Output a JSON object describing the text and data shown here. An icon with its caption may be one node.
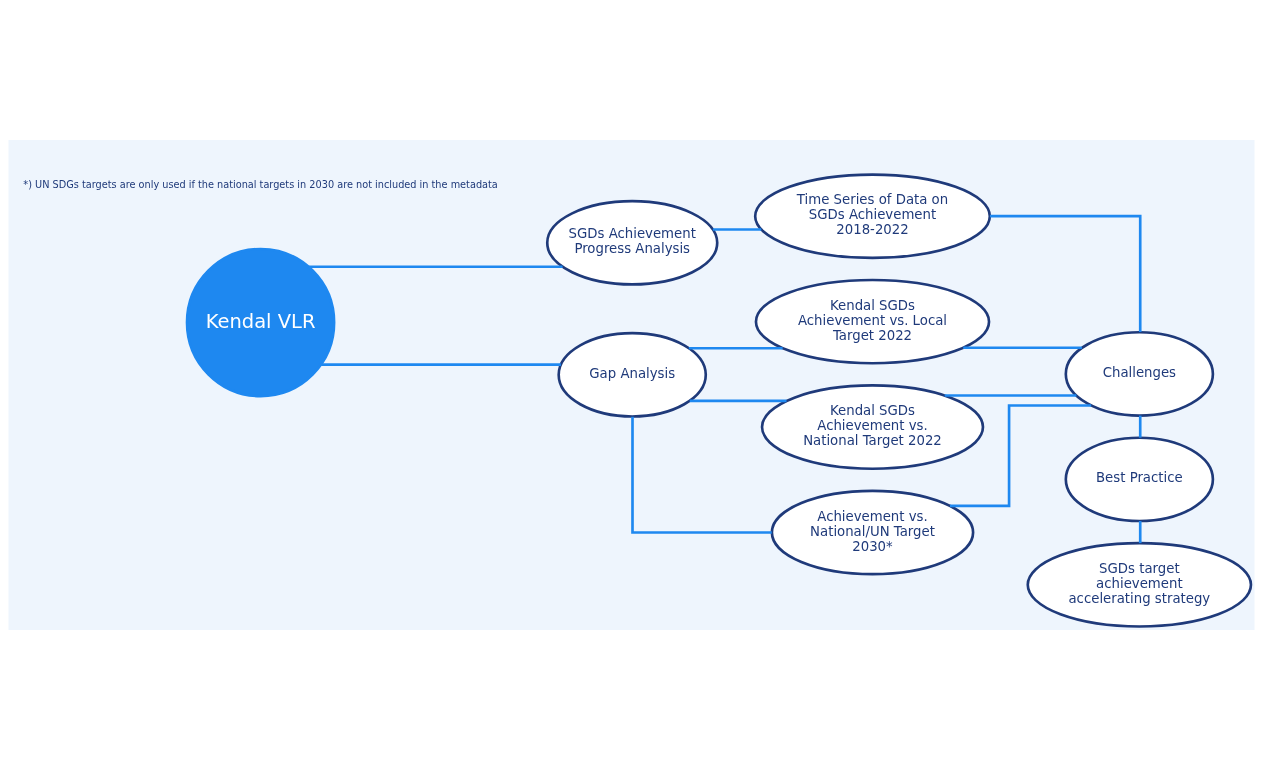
{
  "diagram": {
    "nodes": [
      {
        "text": [
          "Kendal VLR"
        ]
      },
      {
        "text": [
          "SGDs Achievement Progress Analysis"
        ]
      },
      {
        "text": [
          "Gap Analysis"
        ]
      },
      {
        "text": [
          "Time Series of Data on SGDs Achievement 2018-2022"
        ]
      },
      {
        "text": [
          "Kendal SGDs Achievement vs. Local Target 2022"
        ]
      },
      {
        "text": [
          "Kendal SGDs Achievement vs. National Target 2022"
        ]
      },
      {
        "text": [
          "Achievement vs. National/UN Target 2030*"
        ]
      },
      {
        "text": [
          "Challenges"
        ]
      },
      {
        "text": [
          "Best Practice"
        ]
      },
      {
        "text": [
          "SGDs target achievement accelerating strategy"
        ]
      }
    ],
    "edges": [
      {
        "from": 0,
        "to": 1,
        "arrow": "none"
      },
      {
        "from": 0,
        "to": 2,
        "arrow": "none"
      },
      {
        "from": 1,
        "to": 3,
        "arrow": "none"
      },
      {
        "from": 2,
        "to": 4,
        "arrow": "none"
      },
      {
        "from": 2,
        "to": 5,
        "arrow": "none"
      },
      {
        "from": 2,
        "to": 6,
        "arrow": "none"
      },
      {
        "from": 3,
        "to": 7,
        "arrow": "none"
      },
      {
        "from": 4,
        "to": 7,
        "arrow": "none"
      },
      {
        "from": 5,
        "to": 7,
        "arrow": "none"
      },
      {
        "from": 6,
        "to": 7,
        "arrow": "none"
      },
      {
        "from": 7,
        "to": 8,
        "arrow": "none"
      },
      {
        "from": 8,
        "to": 9,
        "arrow": "none"
      }
    ],
    "labels": [
      "*) UN SDGs targets are only used if the national targets in 2030 are not included in the metadata"
    ]
  }
}
